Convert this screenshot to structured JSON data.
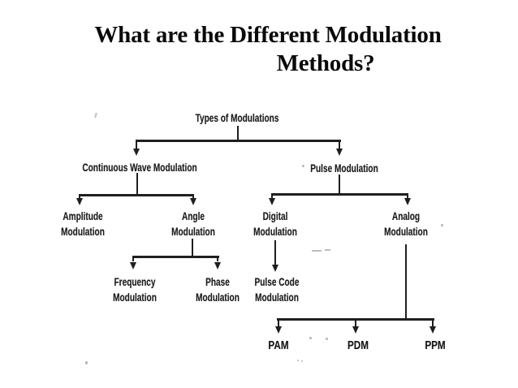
{
  "title": {
    "line1": "What are the Different Modulation",
    "line2": "Methods?"
  },
  "diagram": {
    "nodes": {
      "types": {
        "label": "Types of Modulations"
      },
      "cwm": {
        "label": "Continuous Wave Modulation"
      },
      "pulse": {
        "label": "Pulse Modulation"
      },
      "amplitude": {
        "line1": "Amplitude",
        "line2": "Modulation"
      },
      "angle": {
        "line1": "Angle",
        "line2": "Modulation"
      },
      "digital": {
        "line1": "Digital",
        "line2": "Modulation"
      },
      "analog": {
        "line1": "Analog",
        "line2": "Modulation"
      },
      "frequency": {
        "line1": "Frequency",
        "line2": "Modulation"
      },
      "phase": {
        "line1": "Phase",
        "line2": "Modulation"
      },
      "pulse_code": {
        "line1": "Pulse Code",
        "line2": "Modulation"
      },
      "pam": {
        "label": "PAM"
      },
      "pdm": {
        "label": "PDM"
      },
      "ppm": {
        "label": "PPM"
      }
    },
    "structure": {
      "Types of Modulations": [
        "Continuous Wave Modulation",
        "Pulse Modulation"
      ],
      "Continuous Wave Modulation": [
        "Amplitude Modulation",
        "Angle Modulation"
      ],
      "Pulse Modulation": [
        "Digital Modulation",
        "Analog Modulation"
      ],
      "Angle Modulation": [
        "Frequency Modulation",
        "Phase Modulation"
      ],
      "Digital Modulation": [
        "Pulse Code Modulation"
      ],
      "Analog Modulation": [
        "PAM",
        "PDM",
        "PPM"
      ]
    },
    "colors": {
      "background": "#ffffff",
      "title_text": "#0a0a0a",
      "diagram_text": "#1b1b1b",
      "connector_line": "#1f1f1f"
    }
  }
}
